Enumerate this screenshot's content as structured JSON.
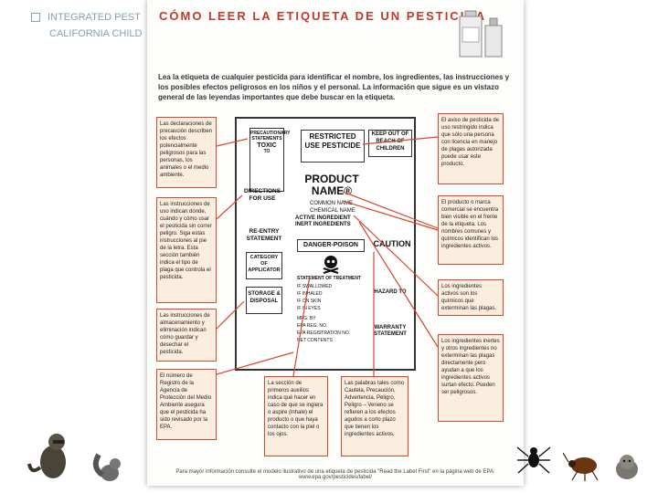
{
  "header": {
    "line1": "INTEGRATED PEST",
    "line2": "CALIFORNIA CHILD"
  },
  "poster": {
    "title": "CÓMO LEER LA ETIQUETA DE UN PESTICIDA",
    "intro": "Lea la etiqueta de cualquier pesticida para identificar el nombre, los ingredientes, las instrucciones y los posibles efectos peligrosos en los niños y el personal. La información que sigue es un vistazo general de las leyendas importantes que debe buscar en la etiqueta.",
    "left_notes": [
      "Las declaraciones de precaución describen los efectos potencialmente peligrosos para las personas, los animales o el medio ambiente.",
      "Las instrucciones de uso indican dónde, cuándo y cómo usar el pesticida sin correr peligro. Siga estas instrucciones al pie de la letra. Esta sección también indica el tipo de plaga que controla el pesticida.",
      "Las instrucciones de almacenamiento y eliminación indican cómo guardar y desechar el pesticida.",
      "El número de Registro de la Agencia de Protección del Medio Ambiente asegura que el pesticida ha sido revisado por la EPA."
    ],
    "right_notes": [
      "El aviso de pesticida de uso restringido indica que sólo una persona con licencia en manejo de plagas autorizada puede usar este producto.",
      "El producto o marca comercial se encuentra bien visible en el frente de la etiqueta. Los nombres comunes y químicos identifican los ingredientes activos.",
      "Los ingredientes activos son los químicos que exterminan las plagas.",
      "Los ingredientes inertes y otros ingredientes no exterminan las plagas directamente pero ayudan a que los ingredientes activos surtan efecto. Pueden ser peligrosos."
    ],
    "bottom_notes": [
      "La sección de primeros auxilios indica qué hacer en caso de que se ingiera o aspire (inhale) el producto o que haya contacto con la piel o los ojos.",
      "Las palabras tales como Cautela, Precaución, Advertencia, Peligro, Peligro – Veneno se refieren a los efectos agudos a corto plazo que tienen los ingredientes activos."
    ],
    "label": {
      "precautionary": "PRECAUTIONARY STATEMENTS",
      "toxic": "TOXIC",
      "to": "TO",
      "restricted": "RESTRICTED USE PESTICIDE",
      "keep_out": "KEEP OUT OF REACH OF CHILDREN",
      "directions": "DIRECTIONS FOR USE",
      "product": "PRODUCT NAME®",
      "common_name": "COMMON NAME",
      "chemical_name": "CHEMICAL NAME",
      "active": "ACTIVE INGREDIENT",
      "inert": "INERT INGREDIENTS",
      "reentry": "RE-ENTRY STATEMENT",
      "category": "CATEGORY OF APPLICATOR",
      "danger": "DANGER-POISON",
      "caution": "CAUTION",
      "statement_treatment": "STATEMENT OF TREATMENT",
      "storage": "STORAGE & DISPOSAL",
      "hazard": "HAZARD TO",
      "warranty": "WARRANTY STATEMENT",
      "first_aid_lines": [
        "IF SWALLOWED",
        "IF INHALED",
        "IF ON SKIN",
        "IF IN EYES"
      ],
      "reg_lines": [
        "MFG. BY",
        "EPA REG. NO.",
        "EPA REGISTRATION NO.",
        "NET CONTENTS"
      ]
    },
    "footer": "Para mayor información consulte el modelo ilustrativo de una etiqueta de pesticida \"Read the Label First\" en la página web de EPA: www.epa.gov/pesticides/label/"
  },
  "colors": {
    "accent": "#d8472b",
    "note_bg": "#fbeede",
    "header": "#7fa3b5"
  },
  "icons": [
    "bullet-square-icon",
    "skull-crossbones-icon",
    "pesticide-bottles-icon",
    "raccoon-icon",
    "squirrel-icon",
    "spider-icon",
    "cockroach-icon",
    "rodent-icon"
  ]
}
